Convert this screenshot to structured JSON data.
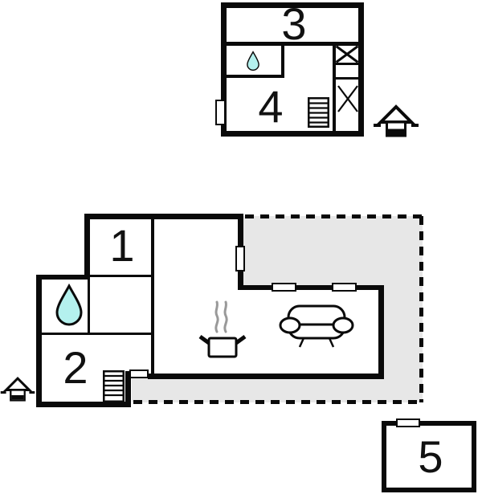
{
  "colors": {
    "wall": "#0a0a0a",
    "terrace_fill": "#e7e7e7",
    "water_drop_fill": "#b4f1ee",
    "steam": "#999999",
    "background": "#ffffff"
  },
  "floor_plan": {
    "upper_unit": {
      "rooms": [
        {
          "id": "room-3",
          "label": "3"
        },
        {
          "id": "room-4",
          "label": "4"
        }
      ],
      "features": [
        "water-drop-icon",
        "staircase-icon",
        "crossed-box-icon",
        "crossed-box-icon",
        "door-marker",
        "entrance-icon"
      ]
    },
    "main_unit": {
      "rooms": [
        {
          "id": "room-1",
          "label": "1"
        },
        {
          "id": "room-2",
          "label": "2"
        }
      ],
      "features": [
        "water-drop-icon",
        "staircase-icon",
        "cooking-pot-icon",
        "sofa-icon",
        "window-marker",
        "window-marker",
        "door-marker",
        "door-marker",
        "entrance-icon",
        "terrace-dashed-area"
      ]
    },
    "annex_unit": {
      "rooms": [
        {
          "id": "room-5",
          "label": "5"
        }
      ],
      "features": [
        "door-marker"
      ]
    }
  },
  "icons": {
    "entrance-icon": "house glyph with side dashes (entrance marker)",
    "water-drop-icon": "cyan teardrop (bathroom / water)",
    "staircase-icon": "striped rectangle (stairs)",
    "cooking-pot-icon": "pot with steam (kitchen)",
    "sofa-icon": "sofa front view (living room)",
    "crossed-box-icon": "box with X (fixture/shaft)",
    "terrace-dashed-area": "gray area with dashed boundary (terrace)"
  }
}
